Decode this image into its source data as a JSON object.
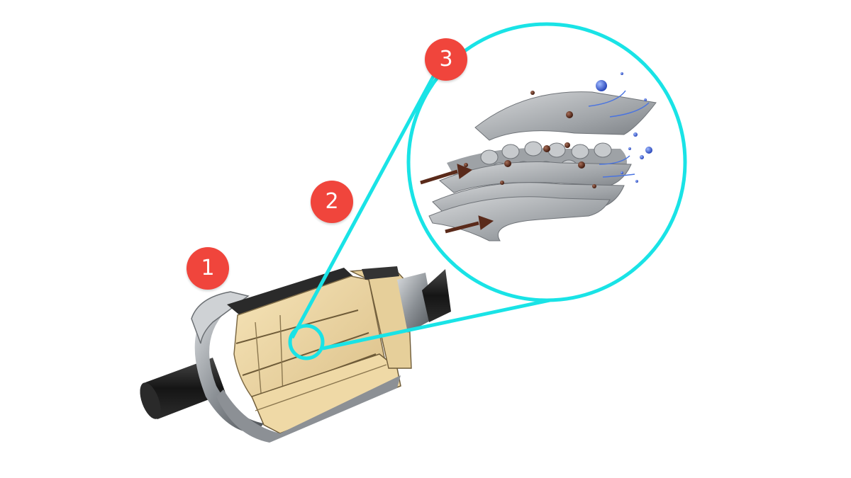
{
  "markers": [
    {
      "label": "1"
    },
    {
      "label": "2"
    },
    {
      "label": "3"
    }
  ],
  "colors": {
    "marker": "#f0453c",
    "callout": "#19e3e6",
    "substrate": "#ead29f",
    "plates": "#9fa3a7",
    "soot": "#5a2a1a",
    "gas_bubbles": "#3f6bd8",
    "pipe": "#1b1b1b"
  },
  "icons": [
    "soot-particle-icon",
    "clean-gas-bubble-icon",
    "flow-arrow-icon"
  ]
}
